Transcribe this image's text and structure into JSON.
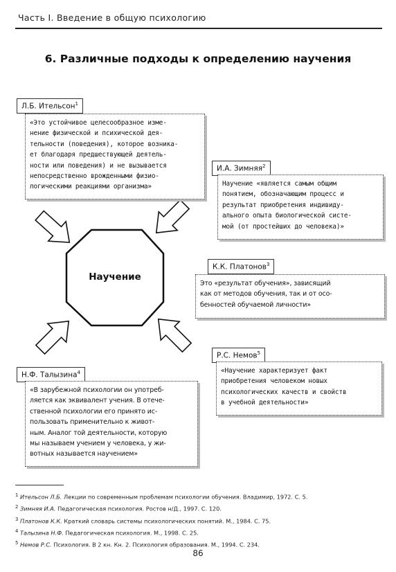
{
  "running_head": "Часть I. Введение в общую психологию",
  "section_title": "6. Различные подходы к определению научения",
  "center_label": "Научение",
  "authors": [
    {
      "name": "Л.Б. Ительсон",
      "sup": "1",
      "lines": [
        "«Это устойчивое целесообразное изме-",
        "нение физической и психической дея-",
        "тельности (поведения), которое возника-",
        "ет благодаря предшествующей деятель-",
        "ности или поведения) и не вызывается",
        "непосредственно врожденными физио-",
        "логическими реакциями организма»"
      ]
    },
    {
      "name": "И.А. Зимняя",
      "sup": "2",
      "lines": [
        "Научение «является самым общим",
        "понятием, обозначающим процесс и",
        "результат приобретения индивиду-",
        "ального опыта биологической систе-",
        "мой (от простейших до человека)»"
      ]
    },
    {
      "name": "К.К. Платонов",
      "sup": "3",
      "lines": [
        "Это «результат обучения», зависящий",
        "как от методов обучения, так и от осо-",
        "бенностей обучаемой личности»"
      ]
    },
    {
      "name": "Р.С. Немов",
      "sup": "5",
      "lines": [
        "«Научение характеризует факт",
        "приобретения человеком новых",
        "психологических качеств и свойств",
        "в учебной деятельности»"
      ]
    },
    {
      "name": "Н.Ф. Талызина",
      "sup": "4",
      "lines": [
        "«В зарубежной психологии он употреб-",
        "ляется как эквивалент учения. В отече-",
        "ственной психологии его принято ис-",
        "пользовать применительно к живот-",
        "ным. Аналог той деятельности, которую",
        "мы называем учением у человека, у жи-",
        "вотных называется научением»"
      ]
    }
  ],
  "footnotes": [
    {
      "sup": "1",
      "author": "Ительсон Л.Б.",
      "text": "Лекции по современным проблемам психологии обучения. Владимир, 1972. С. 5."
    },
    {
      "sup": "2",
      "author": "Зимняя И.А.",
      "text": "Педагогическая психология. Ростов н/Д., 1997. С. 120."
    },
    {
      "sup": "3",
      "author": "Платонов К.К.",
      "text": "Краткий словарь системы психологических понятий. М., 1984. С. 75."
    },
    {
      "sup": "4",
      "author": "Талызина Н.Ф.",
      "text": "Педагогическая психология. М., 1998. С. 25."
    },
    {
      "sup": "5",
      "author": "Немов Р.С.",
      "text": "Психология. В 2 кн. Кн. 2. Психология образования. М., 1994. С. 234."
    }
  ],
  "page_number": "86"
}
